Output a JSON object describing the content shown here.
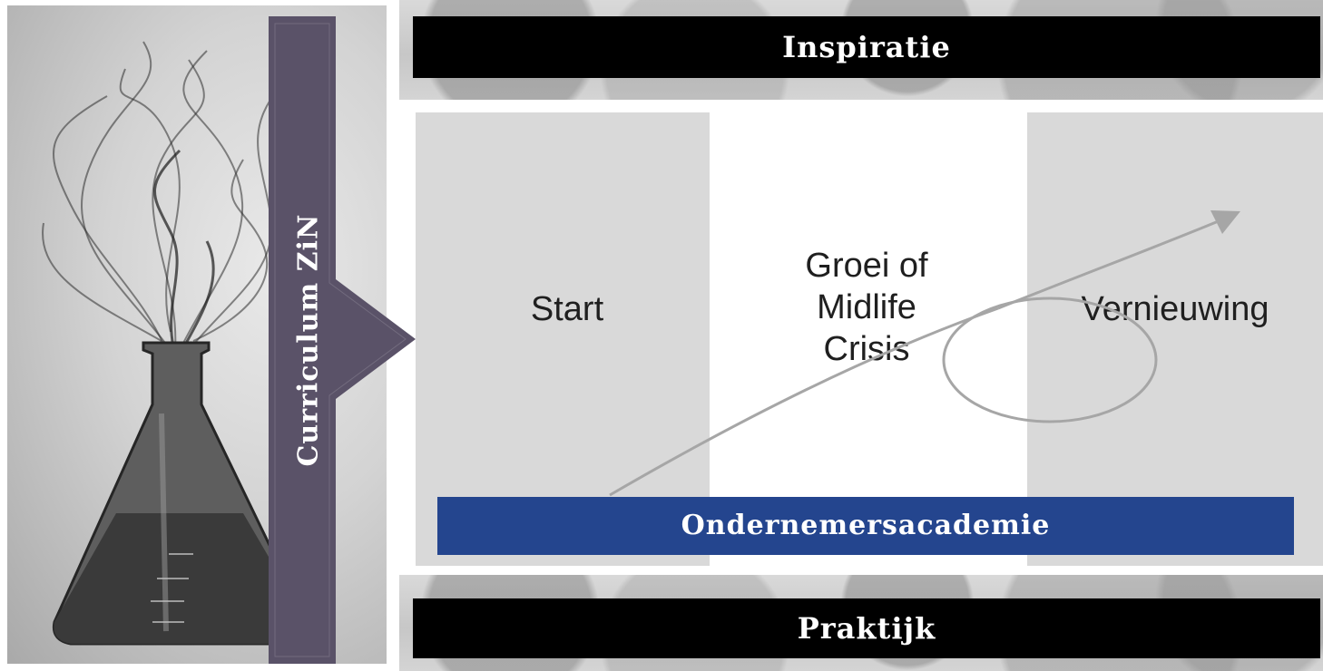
{
  "top_bar": {
    "label": "Inspiratie"
  },
  "bottom_bar": {
    "label": "Praktijk"
  },
  "arrow_label": "Curriculum ZiN",
  "columns": {
    "start": "Start",
    "middle": [
      "Groei of",
      "Midlife",
      "Crisis"
    ],
    "end": "Vernieuwing"
  },
  "academy_label": "Ondernemersacademie",
  "colors": {
    "arrow_fill": "#5a5268",
    "academy_fill": "#24458e",
    "column_fill": "#d9d9d9",
    "bar_fill": "#000000"
  }
}
